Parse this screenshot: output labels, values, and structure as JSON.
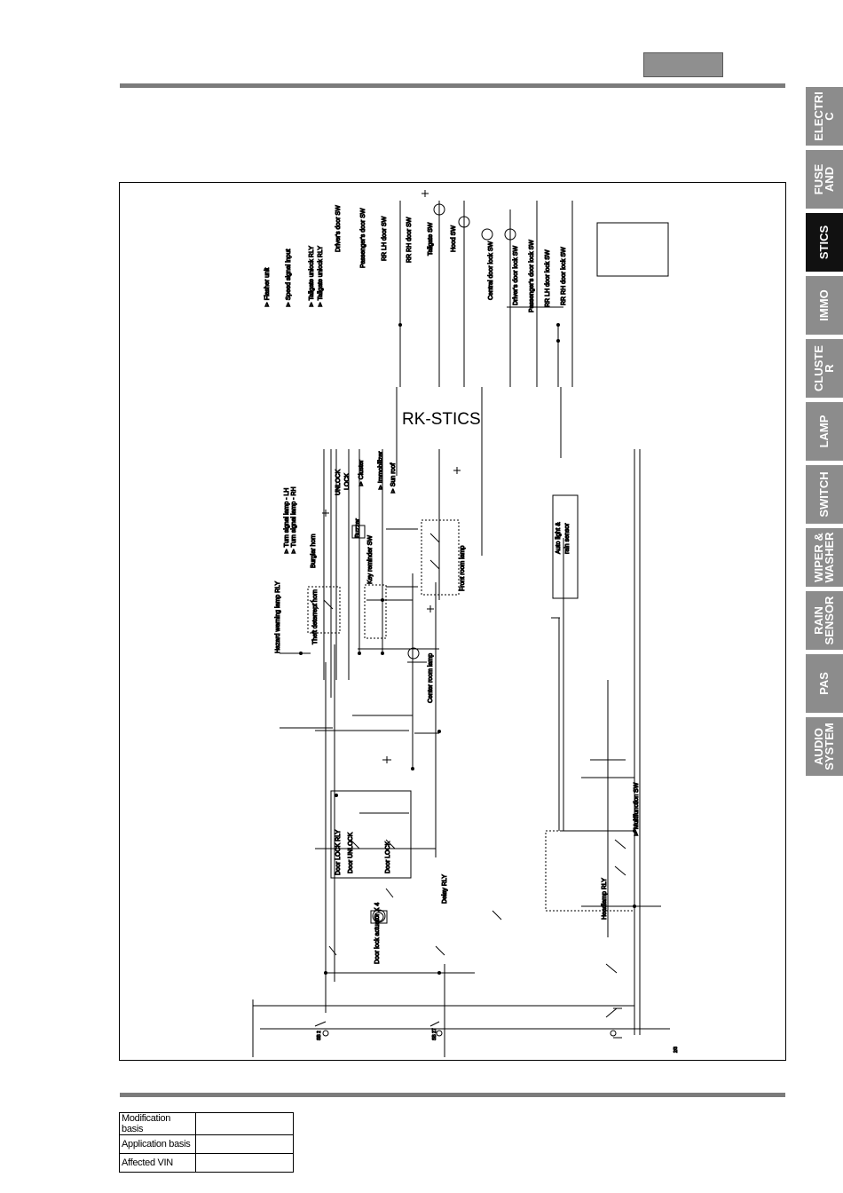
{
  "tabs": [
    {
      "label": "ELECTRI\nC",
      "active": false
    },
    {
      "label": "FUSE\nAND",
      "active": false
    },
    {
      "label": "STICS",
      "active": true
    },
    {
      "label": "IMMO",
      "active": false
    },
    {
      "label": "CLUSTE\nR",
      "active": false
    },
    {
      "label": "LAMP",
      "active": false
    },
    {
      "label": "SWITCH",
      "active": false
    },
    {
      "label": "WIPER &\nWASHER",
      "active": false
    },
    {
      "label": "RAIN\nSENSOR",
      "active": false
    },
    {
      "label": "PAS",
      "active": false
    },
    {
      "label": "AUDIO\nSYSTEM",
      "active": false
    }
  ],
  "diagram": {
    "title": "RK-STICS",
    "labels": {
      "flasher_unit": "⊳ Flasher unit",
      "speed_signal": "⊳ Speed signal input",
      "tailgate_unlock_rly_1": "⊳ Tailgate unlock RLY",
      "tailgate_unlock_rly_2": "⊳ Tailgate unlock RLY",
      "drivers_door_sw": "Driver's door SW",
      "passengers_door_sw": "Passenger's door SW",
      "rr_lh_door_sw": "RR LH door SW",
      "rr_rh_door_sw": "RR RH door SW",
      "tailgate_sw": "Tailgate SW",
      "hood_sw": "Hood SW",
      "central_door_lock_sw": "Central door lock SW",
      "drivers_door_lock_sw": "Driver's door lock SW",
      "passengers_door_lock_sw": "Passenger's door lock SW",
      "rr_lh_door_lock_sw": "RR LH door lock SW",
      "rr_rh_door_lock_sw": "RR RH door lock SW",
      "hazard_warning_lamp_rly": "Hazard warning lamp RLY",
      "turn_signal_lh": "⊳ Turn signal lamp - LH",
      "turn_signal_rh": "⊳ Turn signal lamp - RH",
      "theft_deterrent_horn": "Theft deterrent horn",
      "burglar_horn": "Burglar horn",
      "unlock": "UNLOCK",
      "lock": "LOCK",
      "cluster": "⊳ Cluster",
      "immobilizer": "⊳ Immobilizer",
      "sun_roof": "⊳ Sun roof",
      "key_reminder_sw": "Key reminder SW",
      "buzzer": "Buzzer",
      "front_room_lamp": "Front room lamp",
      "center_room_lamp": "Center room lamp",
      "auto_light": "Auto light &",
      "rain_sensor": "rain sensor",
      "door_lock_rly": "Door LOCK RLY",
      "door_unlock": "Door UNLOCK",
      "door_lock": "Door LOCK",
      "door_lock_actuator": "Door lock actuator X 4",
      "delay_rly": "Delay RLY",
      "headlamp_rly": "Headlamp RLY",
      "multifunction_sw": "⊳ Multifunction SW",
      "ef_number": "2/3",
      "sb_2": "SB 2",
      "sb_27": "SB 27"
    }
  },
  "footer_table": [
    {
      "key": "Modification basis",
      "value": ""
    },
    {
      "key": "Application basis",
      "value": ""
    },
    {
      "key": "Affected VIN",
      "value": ""
    }
  ]
}
